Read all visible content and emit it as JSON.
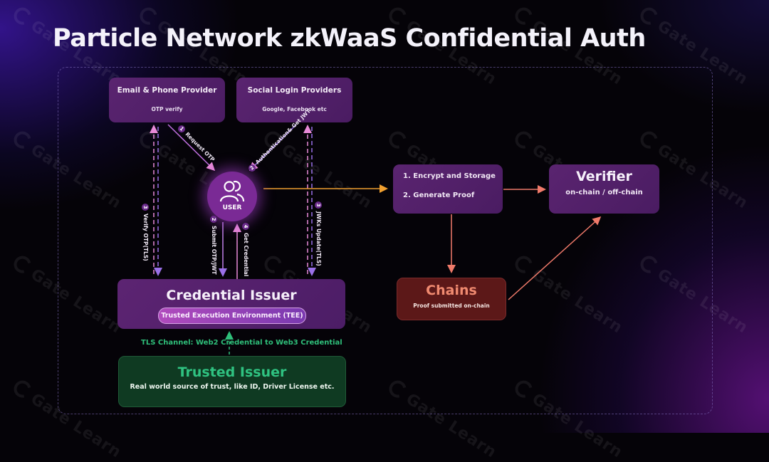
{
  "title": "Particle Network zkWaaS Confidential Auth",
  "watermark": "Gate Learn",
  "nodes": {
    "email_provider": {
      "title": "Email & Phone Provider",
      "subtitle": "OTP verify"
    },
    "social_provider": {
      "title": "Social Login Providers",
      "subtitle": "Google, Facebook etc"
    },
    "user": {
      "label": "USER",
      "icon": "users-icon"
    },
    "credential_issuer": {
      "title": "Credential Issuer",
      "tee": "Trusted Execution Environment (TEE)"
    },
    "tls_channel": "TLS Channel: Web2 Credential to Web3 Credential",
    "trusted_issuer": {
      "title": "Trusted Issuer",
      "subtitle": "Real world source of trust, like ID, Driver License etc."
    },
    "process": {
      "lines": [
        "1. Encrypt and Storage",
        "2. Generate Proof"
      ]
    },
    "verifier": {
      "title": "Verifier",
      "subtitle": "on-chain / off-chain"
    },
    "chains": {
      "title": "Chains",
      "subtitle": "Proof submitted on-chain"
    }
  },
  "steps": [
    {
      "num": "1",
      "label": "Request OTP"
    },
    {
      "num": "2",
      "label": "Authentication& Get JWT"
    },
    {
      "num": "3",
      "label": "Verify OTP(TLS)"
    },
    {
      "num": "2",
      "label": "Submit OTP/JWT"
    },
    {
      "num": "4",
      "label": "Get Credential"
    },
    {
      "num": "3",
      "label": "JWKs Update(TLS)"
    }
  ],
  "colors": {
    "purple_box": "#5a2470",
    "user_circle": "#7a2a95",
    "green_text": "#2fc281",
    "chains_bg": "#5c1818",
    "chains_text": "#f08a70",
    "orange_arrow": "#f0a030",
    "salmon_arrow": "#f07a6a",
    "pink_arrow": "#e88ad8",
    "violet_arrow": "#9a70e8"
  }
}
